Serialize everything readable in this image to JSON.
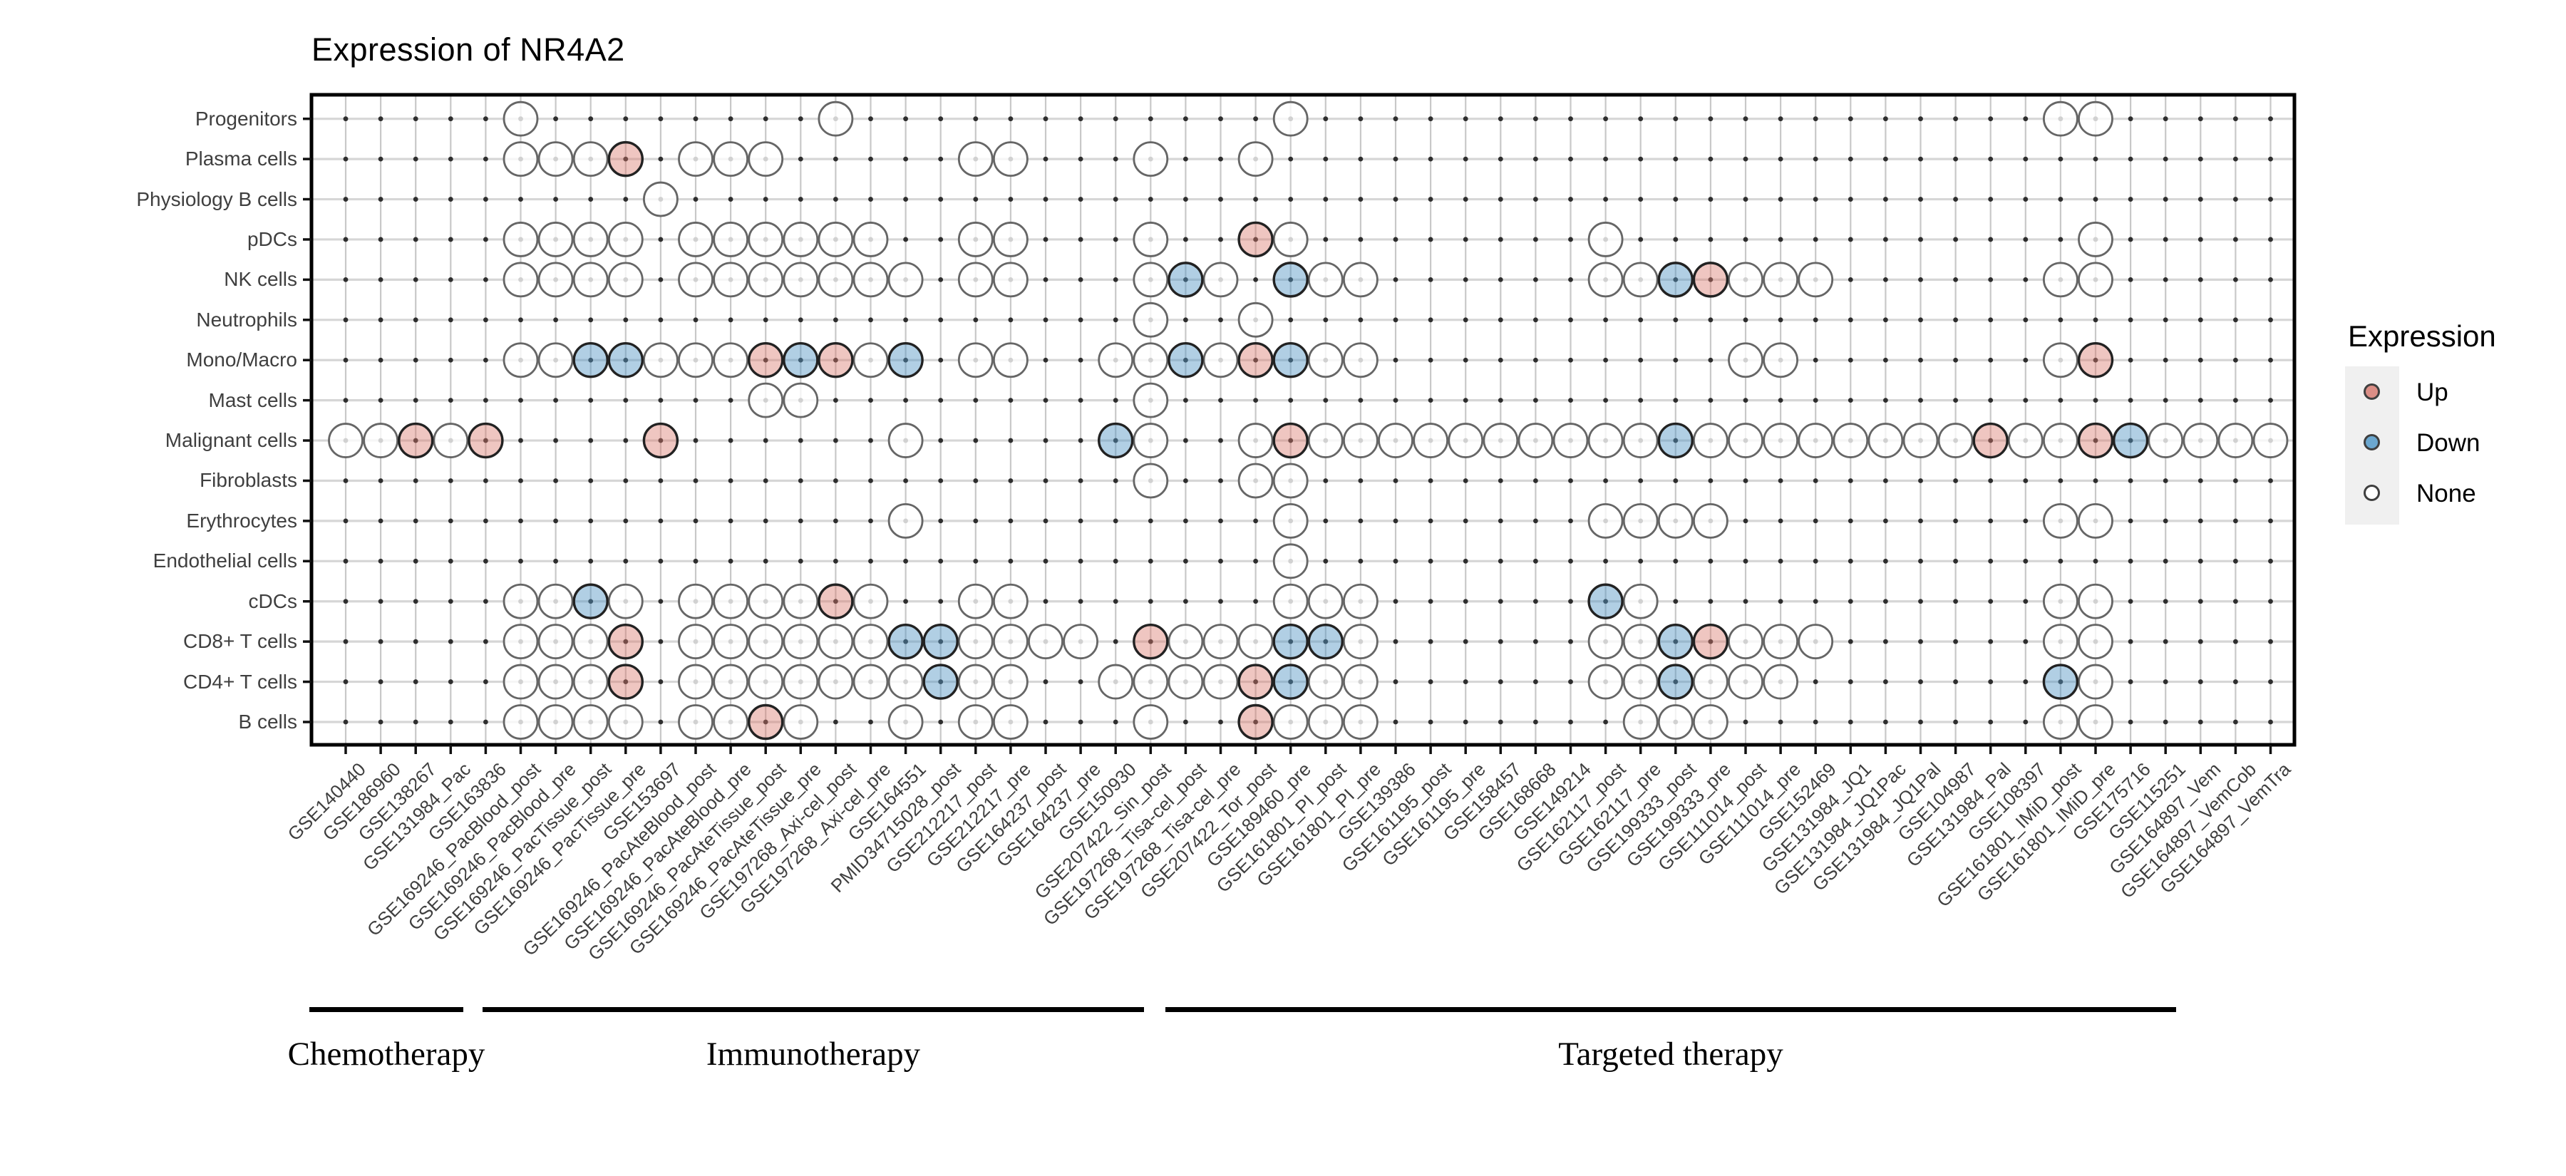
{
  "title": "Expression of NR4A2",
  "legend": {
    "title": "Expression",
    "items": [
      {
        "label": "Up",
        "key": "up"
      },
      {
        "label": "Down",
        "key": "down"
      },
      {
        "label": "None",
        "key": "none"
      }
    ]
  },
  "colors": {
    "up_fill": "rgba(216,118,107,0.42)",
    "down_fill": "rgba(82,148,196,0.45)",
    "none_fill": "rgba(255,255,255,0.78)",
    "up_stroke": "#222222",
    "down_stroke": "#222222",
    "none_stroke": "#666666",
    "legend_up": "#DB8E86",
    "legend_down": "#6BA7CF",
    "legend_none": "#FFFFFF",
    "grid_v": "#c8c8c8",
    "grid_h": "#d6d6d6",
    "dot": "#2e2e2e",
    "border": "#000000"
  },
  "chart_data": {
    "type": "heatmap",
    "title": "Expression of NR4A2",
    "legend": {
      "title": "Expression",
      "entries": [
        "Up",
        "Down",
        "None"
      ]
    },
    "grid": true,
    "x_categories": [
      "GSE140440",
      "GSE186960",
      "GSE138267",
      "GSE131984_Pac",
      "GSE163836",
      "GSE169246_PacBlood_post",
      "GSE169246_PacBlood_pre",
      "GSE169246_PacTissue_post",
      "GSE169246_PacTissue_pre",
      "GSE153697",
      "GSE169246_PacAteBlood_post",
      "GSE169246_PacAteBlood_pre",
      "GSE169246_PacAteTissue_post",
      "GSE169246_PacAteTissue_pre",
      "GSE197268_Axi-cel_post",
      "GSE197268_Axi-cel_pre",
      "GSE164551",
      "PMID34715028_post",
      "GSE212217_post",
      "GSE212217_pre",
      "GSE164237_post",
      "GSE164237_pre",
      "GSE150930",
      "GSE207422_Sin_post",
      "GSE197268_Tisa-cel_post",
      "GSE197268_Tisa-cel_pre",
      "GSE207422_Tor_post",
      "GSE189460_pre",
      "GSE161801_PI_post",
      "GSE161801_PI_pre",
      "GSE139386",
      "GSE161195_post",
      "GSE161195_pre",
      "GSE158457",
      "GSE168668",
      "GSE149214",
      "GSE162117_post",
      "GSE162117_pre",
      "GSE199333_post",
      "GSE199333_pre",
      "GSE111014_post",
      "GSE111014_pre",
      "GSE152469",
      "GSE131984_JQ1",
      "GSE131984_JQ1Pac",
      "GSE131984_JQ1Pal",
      "GSE104987",
      "GSE131984_Pal",
      "GSE108397",
      "GSE161801_IMiD_post",
      "GSE161801_IMiD_pre",
      "GSE175716",
      "GSE115251",
      "GSE164897_Vem",
      "GSE164897_VemCob",
      "GSE164897_VemTra"
    ],
    "y_categories": [
      "Progenitors",
      "Plasma cells",
      "Physiology B cells",
      "pDCs",
      "NK cells",
      "Neutrophils",
      "Mono/Macro",
      "Mast cells",
      "Malignant cells",
      "Fibroblasts",
      "Erythrocytes",
      "Endothelial cells",
      "cDCs",
      "CD8+ T cells",
      "CD4+ T cells",
      "B cells"
    ],
    "x_groups": [
      {
        "label": "Chemotherapy",
        "col_start": 1,
        "col_end": 4
      },
      {
        "label": "Immunotherapy",
        "col_start": 5,
        "col_end": 23
      },
      {
        "label": "Targeted therapy",
        "col_start": 24,
        "col_end": 53
      }
    ],
    "cells": {
      "Progenitors": {
        "none": [
          6,
          15,
          28,
          50,
          51
        ],
        "up": [],
        "down": []
      },
      "Plasma cells": {
        "none": [
          6,
          7,
          8,
          11,
          12,
          13,
          19,
          20,
          24,
          27
        ],
        "up": [
          9
        ],
        "down": []
      },
      "Physiology B cells": {
        "none": [
          10
        ],
        "up": [],
        "down": []
      },
      "pDCs": {
        "none": [
          6,
          7,
          8,
          9,
          11,
          12,
          13,
          14,
          15,
          16,
          19,
          20,
          24,
          28,
          37,
          51
        ],
        "up": [
          27
        ],
        "down": []
      },
      "NK cells": {
        "none": [
          6,
          7,
          8,
          9,
          11,
          12,
          13,
          14,
          15,
          16,
          17,
          19,
          20,
          24,
          26,
          29,
          30,
          37,
          38,
          41,
          42,
          43,
          50,
          51
        ],
        "up": [
          40
        ],
        "down": [
          25,
          28,
          39
        ]
      },
      "Neutrophils": {
        "none": [
          24,
          27
        ],
        "up": [],
        "down": []
      },
      "Mono/Macro": {
        "none": [
          6,
          7,
          10,
          11,
          12,
          16,
          19,
          20,
          23,
          24,
          26,
          29,
          30,
          41,
          42,
          50
        ],
        "up": [
          13,
          15,
          27,
          51
        ],
        "down": [
          8,
          9,
          14,
          17,
          25,
          28
        ]
      },
      "Mast cells": {
        "none": [
          13,
          14,
          24
        ],
        "up": [],
        "down": []
      },
      "Malignant cells": {
        "none": [
          1,
          2,
          4,
          17,
          24,
          27,
          29,
          30,
          31,
          32,
          33,
          34,
          35,
          36,
          37,
          38,
          40,
          41,
          42,
          43,
          44,
          45,
          46,
          47,
          49,
          50,
          53,
          54,
          55,
          56
        ],
        "up": [
          3,
          5,
          10,
          28,
          48,
          51
        ],
        "down": [
          23,
          39,
          52
        ]
      },
      "Fibroblasts": {
        "none": [
          24,
          27,
          28
        ],
        "up": [],
        "down": []
      },
      "Erythrocytes": {
        "none": [
          17,
          28,
          37,
          38,
          39,
          40,
          50,
          51
        ],
        "up": [],
        "down": []
      },
      "Endothelial cells": {
        "none": [
          28
        ],
        "up": [],
        "down": []
      },
      "cDCs": {
        "none": [
          6,
          7,
          9,
          11,
          12,
          13,
          14,
          16,
          19,
          20,
          28,
          29,
          30,
          38,
          50,
          51
        ],
        "up": [
          15
        ],
        "down": [
          8,
          37
        ]
      },
      "CD8+ T cells": {
        "none": [
          6,
          7,
          8,
          11,
          12,
          13,
          14,
          15,
          16,
          19,
          20,
          21,
          22,
          25,
          26,
          27,
          30,
          37,
          38,
          41,
          42,
          43,
          50,
          51
        ],
        "up": [
          9,
          24,
          40
        ],
        "down": [
          17,
          18,
          28,
          29,
          39
        ]
      },
      "CD4+ T cells": {
        "none": [
          6,
          7,
          8,
          11,
          12,
          13,
          14,
          15,
          16,
          17,
          19,
          20,
          23,
          24,
          25,
          26,
          29,
          30,
          37,
          38,
          40,
          41,
          42,
          51
        ],
        "up": [
          9,
          27
        ],
        "down": [
          18,
          28,
          39,
          50
        ]
      },
      "B cells": {
        "none": [
          6,
          7,
          8,
          9,
          11,
          12,
          14,
          17,
          19,
          20,
          24,
          28,
          29,
          30,
          38,
          39,
          40,
          50,
          51
        ],
        "up": [
          13,
          27
        ],
        "down": []
      }
    }
  }
}
